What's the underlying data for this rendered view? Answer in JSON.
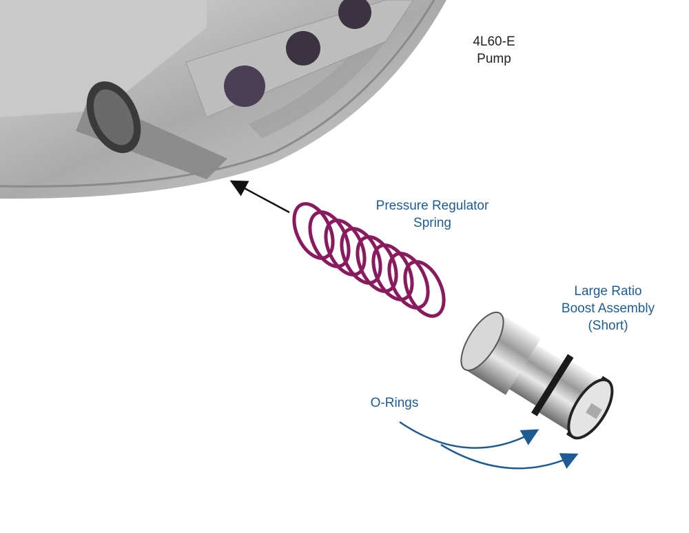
{
  "labels": {
    "pump": [
      "4L60-E",
      "Pump"
    ],
    "spring": [
      "Pressure Regulator",
      "Spring"
    ],
    "boost": [
      "Large Ratio",
      "Boost Assembly",
      "(Short)"
    ],
    "orings": "O-Rings"
  },
  "colors": {
    "label": "#1f5b93",
    "spring": "#8a1a5e",
    "pump_metal": "#b9b9b9",
    "arrow_blue": "#1f5b93",
    "arrow_black": "#111111"
  }
}
